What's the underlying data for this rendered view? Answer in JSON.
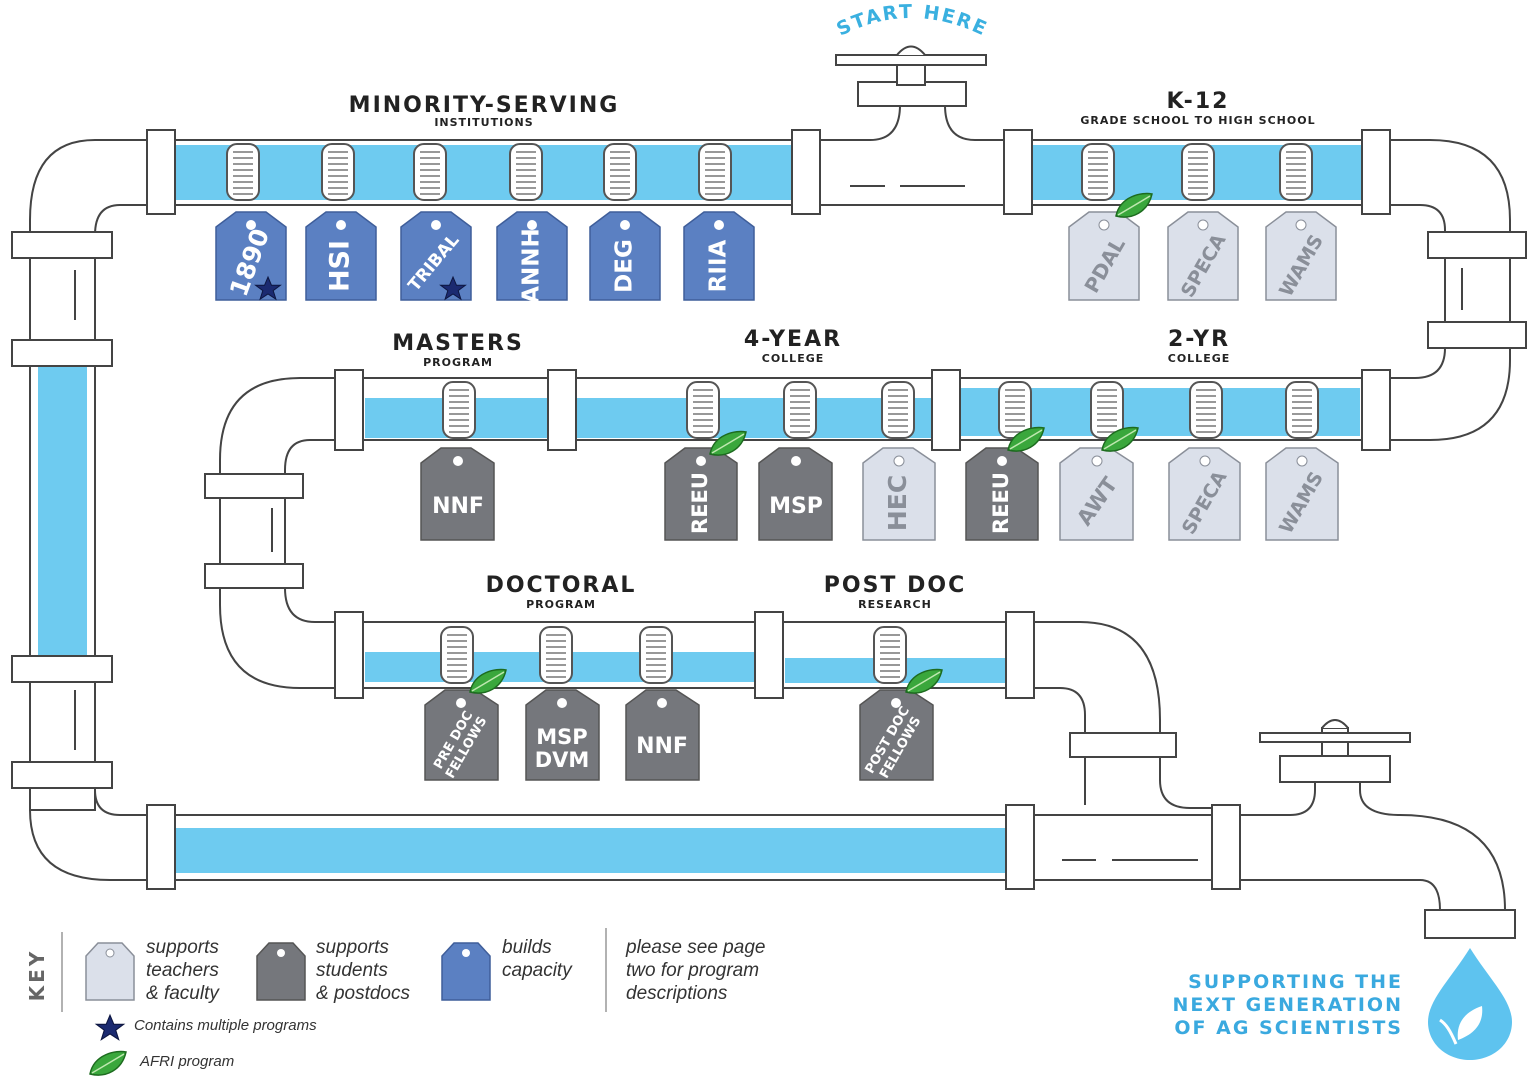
{
  "start_label": "START HERE",
  "sections": {
    "msi": {
      "title": "MINORITY-SERVING",
      "subtitle": "INSTITUTIONS"
    },
    "k12": {
      "title": "K-12",
      "subtitle": "GRADE SCHOOL TO HIGH SCHOOL"
    },
    "masters": {
      "title": "MASTERS",
      "subtitle": "PROGRAM"
    },
    "four_year": {
      "title": "4-YEAR",
      "subtitle": "COLLEGE"
    },
    "two_year": {
      "title": "2-YR",
      "subtitle": "COLLEGE"
    },
    "doctoral": {
      "title": "DOCTORAL",
      "subtitle": "PROGRAM"
    },
    "postdoc": {
      "title": "POST DOC",
      "subtitle": "RESEARCH"
    }
  },
  "tags": {
    "t1890": "1890",
    "hsi": "HSI",
    "tribal": "TRIBAL",
    "annh": "ANNH",
    "deg": "DEG",
    "riia": "RIIA",
    "pdal": "PDAL",
    "speca_k12": "SPECA",
    "wams_k12": "WAMS",
    "nnf_masters": "NNF",
    "reeu_4yr": "REEU",
    "msp_4yr": "MSP",
    "hec": "HEC",
    "reeu_2yr": "REEU",
    "awt": "AWT",
    "speca_2yr": "SPECA",
    "wams_2yr": "WAMS",
    "predoc_line1": "PRE DOC",
    "predoc_line2": "FELLOWS",
    "mspdvm_line1": "MSP",
    "mspdvm_line2": "DVM",
    "nnf_doc": "NNF",
    "postdoc_line1": "POST DOC",
    "postdoc_line2": "FELLOWS"
  },
  "colors": {
    "capacity_tag": "#5b80c2",
    "student_tag": "#75777c",
    "teacher_tag": "#dbe0ea",
    "water": "#6ecbf0",
    "afri_leaf": "#3aa73c",
    "star": "#1b2a70"
  },
  "key": {
    "label": "KEY",
    "teachers": [
      "supports",
      "teachers",
      "& faculty"
    ],
    "students": [
      "supports",
      "students",
      "& postdocs"
    ],
    "capacity": [
      "builds",
      "capacity"
    ],
    "note": [
      "please see page",
      "two for program",
      "descriptions"
    ],
    "multiple": "Contains multiple programs",
    "afri": "AFRI program"
  },
  "tagline": [
    "SUPPORTING THE",
    "NEXT GENERATION",
    "OF AG SCIENTISTS"
  ]
}
